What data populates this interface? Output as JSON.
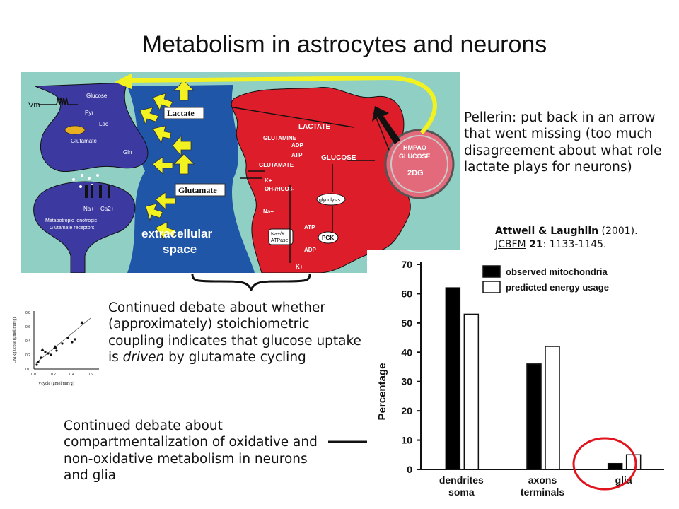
{
  "slide": {
    "title": "Metabolism in astrocytes and neurons"
  },
  "diagram": {
    "labels": {
      "vm": "Vm",
      "glucose_neuron": "Glucose",
      "pyr": "Pyr",
      "lac": "Lac",
      "glutamate_neuron": "Glutamate",
      "gln": "Gln",
      "na": "Na+",
      "ca": "Ca2+",
      "receptor_types": "Metabotropic Ionotropic",
      "glutamate_receptors": "Glutamate receptors",
      "lactate_box": "Lactate",
      "glutamate_box": "Glutamate",
      "extracellular_1": "extracellular",
      "extracellular_2": "space",
      "lactate_astro": "LACTATE",
      "glutamine": "GLUTAMINE",
      "adp1": "ADP",
      "atp1": "ATP",
      "glutamate_astro": "GLUTAMATE",
      "glucose_astro": "GLUCOSE",
      "k_ion": "K+",
      "oh_hco3": "OH-/HCO3-",
      "glycolysis": "glycolysis",
      "na_astro": "Na+",
      "atp2": "ATP",
      "na_k_atpase_1": "Na+/K",
      "na_k_atpase_2": "ATPase",
      "pgk": "PGK",
      "adp2": "ADP",
      "k_bottom": "K+",
      "hmpao": "HMPAO",
      "glucose_vessel": "GLUCOSE",
      "dg": "2DG"
    },
    "colors": {
      "background": "#8fcfc4",
      "neuron": "#3c3aa0",
      "extracellular": "#1f56a8",
      "astrocyte": "#dd1e2a",
      "vessel": "#e26a7a",
      "arrow": "#f2f221"
    }
  },
  "notes": {
    "pellerin": "Pellerin: put back in an arrow that went missing (too much disagreement about what role lactate plays for neurons)",
    "debate_a": "Continued debate about whether (approximately) stoichiometric coupling indicates that glucose uptake is ",
    "debate_em": "driven",
    "debate_b": " by glutamate cycling",
    "debate2": "Continued debate about compartmentalization of oxidative and non-oxidative metabolism in neurons and glia"
  },
  "citation": {
    "authors": "Attwell & Laughlin",
    "year": " (2001).",
    "journal": "JCBFM",
    "volume": "21",
    "pages": ": 1133-1145."
  },
  "scatter": {
    "ylabel": "CMRglucose (μmol/min/g)",
    "xlabel": "Vcycle (μmol/min/g)",
    "xticks": [
      "0.0",
      "0.2",
      "0.4",
      "0.6"
    ],
    "yticks": [
      "0.0",
      "0.2",
      "0.4",
      "0.6",
      "0.8"
    ]
  },
  "chart_data": {
    "type": "bar",
    "categories": [
      "dendrites soma",
      "axons terminals",
      "glia"
    ],
    "category_lines": [
      [
        "dendrites",
        "soma"
      ],
      [
        "axons",
        "terminals"
      ],
      [
        "glia"
      ]
    ],
    "series": [
      {
        "name": "observed mitochondria",
        "values": [
          62,
          36,
          2
        ],
        "color": "#000000"
      },
      {
        "name": "predicted energy usage",
        "values": [
          53,
          42,
          5
        ],
        "color": "#ffffff"
      }
    ],
    "legend_labels": [
      "observed mitochondria",
      "predicted energy usage"
    ],
    "ylabel": "Percentage",
    "ylim": [
      0,
      70
    ],
    "yticks": [
      0,
      10,
      20,
      30,
      40,
      50,
      60,
      70
    ],
    "highlight_color": "#e0141e"
  }
}
